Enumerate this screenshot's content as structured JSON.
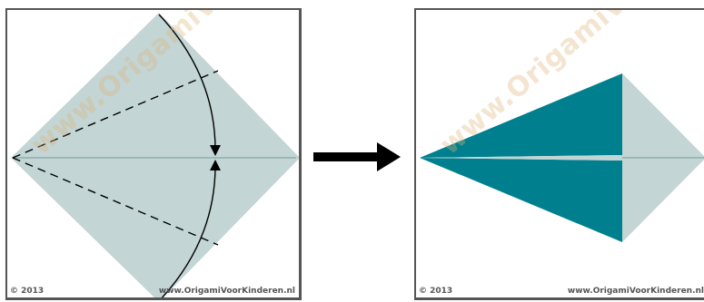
{
  "colors": {
    "paper_light": "#c3d5d4",
    "paper_dark": "#007f8e",
    "border": "#555555",
    "line": "#000000"
  },
  "steps": [
    {
      "watermark": "www.OrigamiVoorKinderen.nl",
      "copyright": "© 2013",
      "site": "www.OrigamiVoorKinderen.nl"
    },
    {
      "watermark": "www.OrigamiVoorKinderen.nl",
      "copyright": "© 2013",
      "site": "www.OrigamiVoorKinderen.nl"
    }
  ],
  "icons": {
    "step_arrow": "right-arrow-icon",
    "fold_arrows": "curved-arrow-icon"
  }
}
